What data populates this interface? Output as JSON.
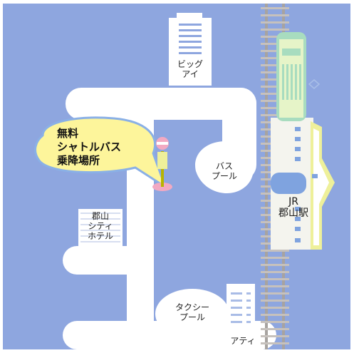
{
  "colors": {
    "background": "#8ea6df",
    "road": "#ffffff",
    "rail": "#b8b4b0",
    "callout": "#fdf59b",
    "callout_border": "#8ab0e6",
    "station_blue": "#7fa3df",
    "train_green": "#a8dcbf",
    "station_yellow": "#eef09a",
    "stop_pink": "#f2a9c2"
  },
  "labels": {
    "shuttle_stop": [
      "無料",
      "シャトルバス",
      "乗降場所"
    ],
    "big_eye": [
      "ビッグ",
      "アイ"
    ],
    "bus_pool": [
      "バス",
      "プール"
    ],
    "taxi_pool": [
      "タクシー",
      "プール"
    ],
    "hotel": [
      "郡山",
      "シティ",
      "ホテル"
    ],
    "station": [
      "JR",
      "郡山駅"
    ],
    "ati": "アティ"
  },
  "icons": {
    "bus_stop": "bus-stop-icon",
    "train": "train-icon",
    "railway": "railway-track-icon"
  }
}
